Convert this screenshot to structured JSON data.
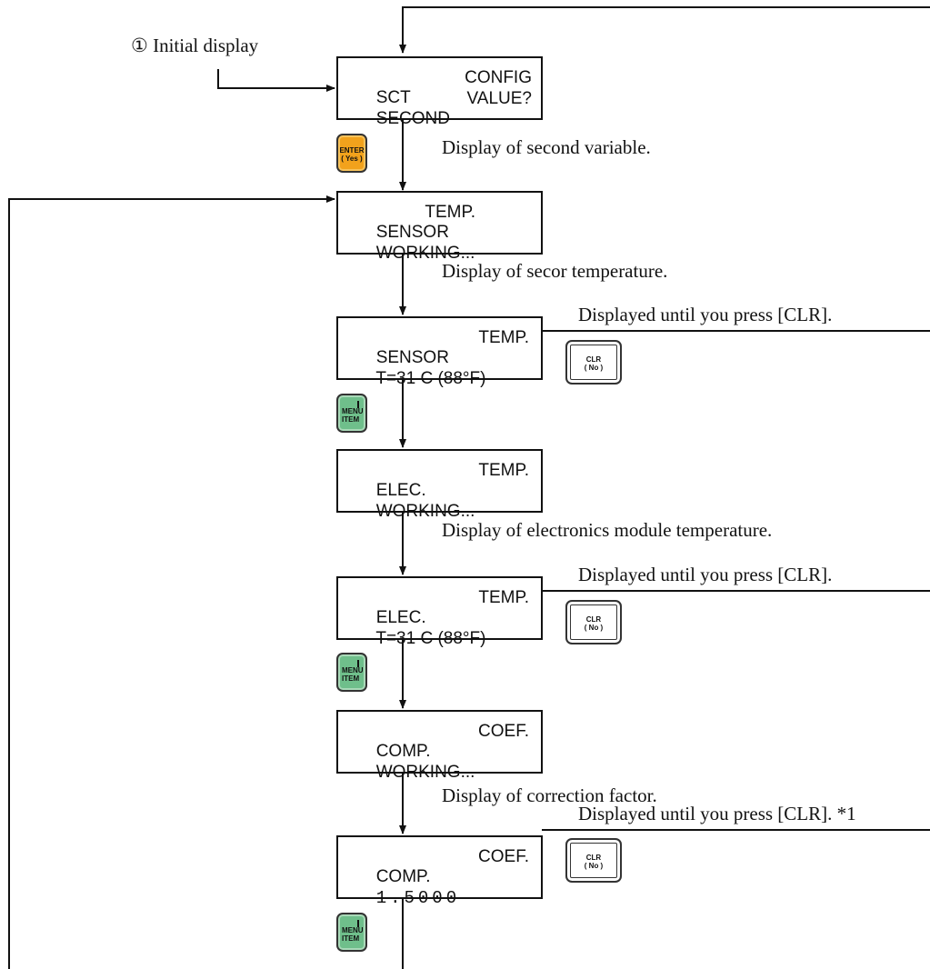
{
  "initial_label": "① Initial display",
  "screens": [
    {
      "line1_left": "SCT",
      "line1_right": "CONFIG",
      "line2_left": "SECOND",
      "line2_right": "VALUE?"
    },
    {
      "line1_left": "SENSOR",
      "line1_right": "TEMP.",
      "line2_left": "WORKING...",
      "line2_right": ""
    },
    {
      "line1_left": "SENSOR",
      "line1_right": "TEMP.",
      "line2_left": "T=31 C (88°F)",
      "line2_right": ""
    },
    {
      "line1_left": "ELEC.",
      "line1_right": "TEMP.",
      "line2_left": "WORKING...",
      "line2_right": ""
    },
    {
      "line1_left": "ELEC.",
      "line1_right": "TEMP.",
      "line2_left": "T=31 C (88°F)",
      "line2_right": ""
    },
    {
      "line1_left": "COMP.",
      "line1_right": "COEF.",
      "line2_left": "WORKING...",
      "line2_right": ""
    },
    {
      "line1_left": "COMP.",
      "line1_right": "COEF.",
      "line2_left": "1.5000",
      "line2_right": ""
    }
  ],
  "captions": {
    "second_variable": "Display of second variable.",
    "sensor_temp": "Display of secor temperature.",
    "until_clr_1": "Displayed until you press [CLR].",
    "elec_temp": "Display of electronics module temperature.",
    "until_clr_2": "Displayed until you press [CLR].",
    "correction": "Display of correction factor.",
    "until_clr_3": "Displayed until you press [CLR]. *1"
  },
  "keys": {
    "enter": {
      "line1": "ENTER",
      "line2": "( Yes )",
      "color": "#f2a21c"
    },
    "menu_item": {
      "line1": "MENU",
      "line2": "ITEM",
      "color": "#6fbf8b"
    },
    "clr": {
      "line1": "CLR",
      "line2": "( No )"
    }
  }
}
